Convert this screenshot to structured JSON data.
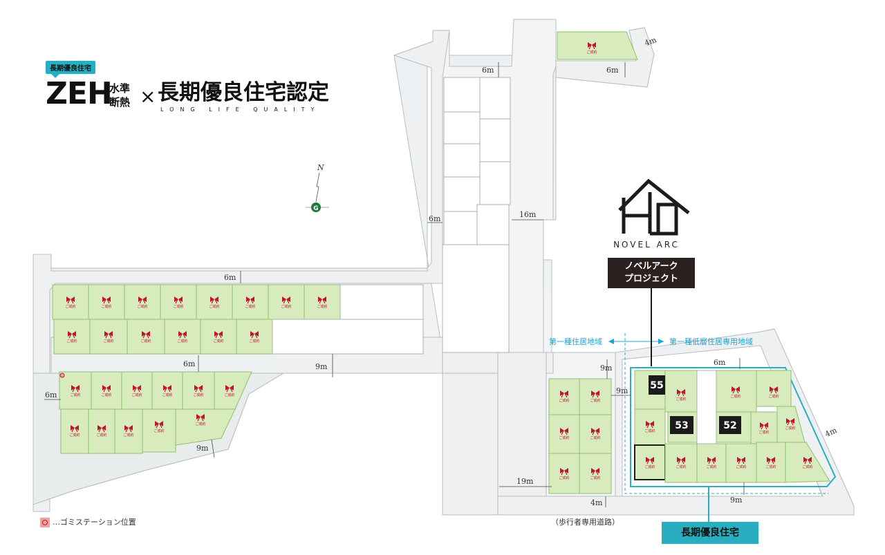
{
  "header": {
    "tag_label": "長期優良住宅",
    "zeh_label": "ZEH",
    "zeh_sub": "水準断熱",
    "times": "×",
    "title": "長期優良住宅認定",
    "title_sub": "LONG LIFE QUALITY"
  },
  "compass": {
    "north_label": "N"
  },
  "brand": {
    "name": "NOVEL ARC",
    "project_line1": "ノベルアーク",
    "project_line2": "プロジェクト"
  },
  "zones": {
    "left": "第一種住居地域",
    "right": "第一種低層住居専用地域"
  },
  "lot_label": "ご成約",
  "lot_numbers": [
    "55",
    "53",
    "52"
  ],
  "road_widths": {
    "top_left": "6m",
    "top_right": "6m",
    "diagonal_top": "4m",
    "mid_vertical": "6m",
    "main_vertical": "16m",
    "upper_block": "6m",
    "middle_block": "6m",
    "horizontal_main": "9m",
    "left_edge": "6m",
    "lower_left": "9m",
    "right_block_top": "9m",
    "right_block_side": "9m",
    "project_top": "6m",
    "project_right": "4m",
    "project_bottom": "9m",
    "bottom_left": "19m",
    "footpath": "4m"
  },
  "footpath_label": "（歩行者専用道路）",
  "long_life_label": "長期優良住宅",
  "legend": {
    "text": "…ゴミステーション位置"
  },
  "colors": {
    "lot_fill": "#d7ebbd",
    "lot_stroke": "#8cc06a",
    "road": "#eef0f1",
    "road_edge": "#b8bcbf",
    "accent_cyan": "#29aebf",
    "ribbon": "#c0142d",
    "dark_box": "#2b2121"
  }
}
